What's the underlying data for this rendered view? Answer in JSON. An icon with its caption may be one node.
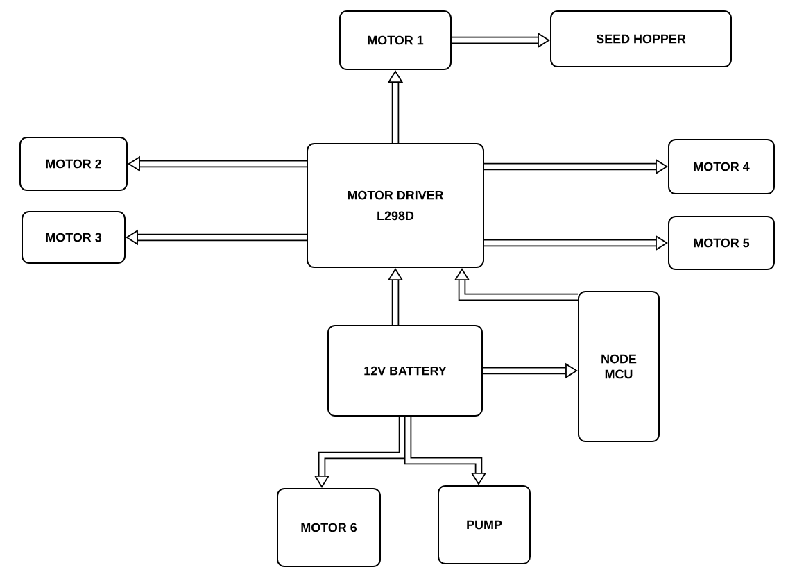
{
  "diagram": {
    "nodes": [
      {
        "text": [
          "MOTOR 1"
        ]
      },
      {
        "text": [
          "SEED HOPPER"
        ]
      },
      {
        "text": [
          "MOTOR 2"
        ]
      },
      {
        "text": [
          "MOTOR DRIVER",
          "L298D"
        ]
      },
      {
        "text": [
          "MOTOR 4"
        ]
      },
      {
        "text": [
          "MOTOR 3"
        ]
      },
      {
        "text": [
          "MOTOR 5"
        ]
      },
      {
        "text": [
          "12V BATTERY"
        ]
      },
      {
        "text": [
          "NODE MCU"
        ]
      },
      {
        "text": [
          "MOTOR 6"
        ]
      },
      {
        "text": [
          "PUMP"
        ]
      }
    ],
    "edges": [
      {
        "from": 3,
        "to": 0,
        "arrow": "to"
      },
      {
        "from": 0,
        "to": 1,
        "arrow": "to"
      },
      {
        "from": 3,
        "to": 2,
        "arrow": "to"
      },
      {
        "from": 3,
        "to": 4,
        "arrow": "to"
      },
      {
        "from": 3,
        "to": 5,
        "arrow": "to"
      },
      {
        "from": 3,
        "to": 6,
        "arrow": "to"
      },
      {
        "from": 7,
        "to": 3,
        "arrow": "to"
      },
      {
        "from": 8,
        "to": 3,
        "arrow": "to"
      },
      {
        "from": 7,
        "to": 8,
        "arrow": "to"
      },
      {
        "from": 7,
        "to": 9,
        "arrow": "to"
      },
      {
        "from": 7,
        "to": 10,
        "arrow": "to"
      }
    ]
  }
}
